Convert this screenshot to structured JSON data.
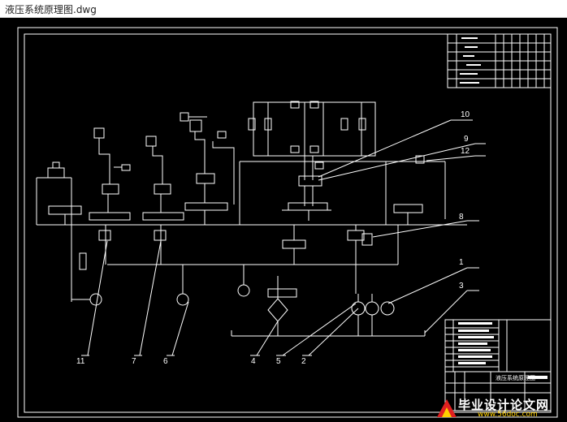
{
  "window": {
    "title": "液压系统原理图.dwg"
  },
  "drawing": {
    "labels": [
      "10",
      "9",
      "12",
      "8",
      "1",
      "3",
      "11",
      "7",
      "6",
      "4",
      "5",
      "2"
    ],
    "title_block_name": "液压系统原理图"
  },
  "watermark": {
    "text": "毕业设计论文网",
    "url": "www.56doc.com"
  },
  "colors": {
    "background": "#000000",
    "lines": "#ffffff",
    "accent": "#ffd000",
    "logo_red": "#e02020"
  }
}
